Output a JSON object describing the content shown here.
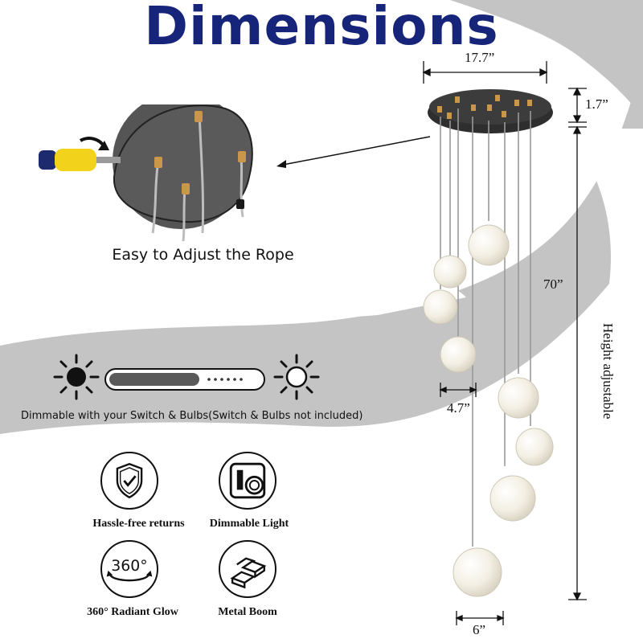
{
  "title": "Dimensions",
  "detail": {
    "caption": "Easy to Adjust the Rope"
  },
  "dimmer": {
    "caption": "Dimmable with your Switch & Bulbs(Switch & Bulbs not included)"
  },
  "dimensions": {
    "width": "17.7”",
    "canopy_height": "1.7”",
    "rope_length": "70”",
    "small_globe": "4.7”",
    "large_globe": "6”",
    "height_note": "Height adjustable"
  },
  "features": [
    {
      "label": "Hassle-free returns",
      "icon": "shield-check-icon"
    },
    {
      "label": "Dimmable Light",
      "icon": "dimmer-switch-icon"
    },
    {
      "label": "360° Radiant Glow",
      "icon": "360-rotation-icon"
    },
    {
      "label": "Metal Boom",
      "icon": "metal-bars-icon"
    }
  ],
  "colors": {
    "title": "#16247a",
    "gray_band": "#c4c4c4",
    "canopy": "#2e2e2e",
    "globe": "#f4f1e8",
    "brass": "#b08a4a"
  }
}
